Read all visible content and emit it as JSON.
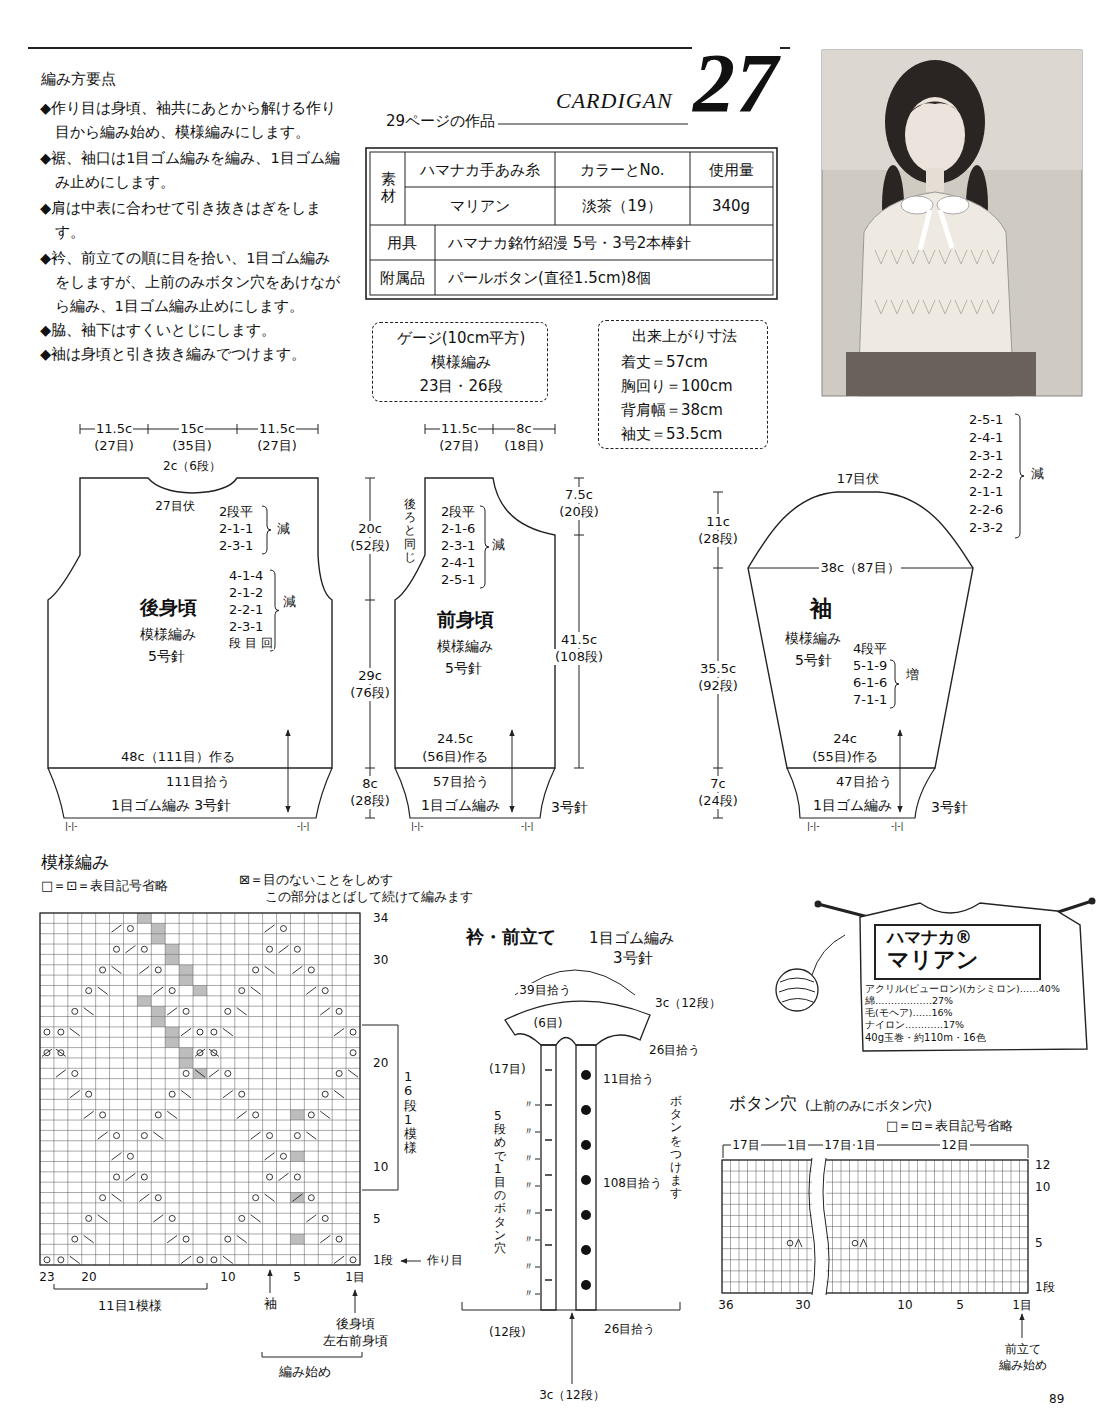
{
  "diagram": {
    "nodes": [
      {
        "text": [
          "ゲージ(10cm平方)",
          "模様編み",
          "23目・26段"
        ]
      },
      {
        "text": [
          "出来上がり寸法",
          "着丈＝57cm",
          "胸回り＝100cm",
          "背肩幅＝38cm",
          "袖丈＝53.5cm"
        ]
      },
      {
        "text": [
          "後身頃",
          "模様編み",
          "5号針"
        ]
      },
      {
        "text": [
          "前身頃",
          "模様編み",
          "5号針"
        ]
      },
      {
        "text": [
          "袖",
          "模様編み",
          "5号針"
        ]
      },
      {
        "text": [
          "ハマナカ®",
          "マリアン",
          "アクリル(ピューロン)(カシミロン)……40%",
          "綿………………27%",
          "毛(モヘア)……16%",
          "ナイロン…………17%",
          "40g玉巻・約110m・16色"
        ]
      }
    ],
    "labels": [
      "編み方要点",
      "◆作り目は身頃、袖共にあとから解ける作り目から編み始め、模様編みにします。",
      "◆裾、袖口は1目ゴム編みを編み、1目ゴム編み止めにします。",
      "◆肩は中表に合わせて引き抜きはぎをします。",
      "◆衿、前立ての順に目を拾い、1目ゴム編みをしますが、上前のみボタン穴をあけながら編み、1目ゴム編み止めにします。",
      "◆脇、袖下はすくいとじにします。",
      "◆袖は身頃と引き抜き編みでつけます。",
      "CARDIGAN",
      "27",
      "29ページの作品",
      "素材",
      "ハマナカ手あみ糸",
      "カラーとNo.",
      "使用量",
      "マリアン",
      "淡茶（19）",
      "340g",
      "用具",
      "ハマナカ銘竹紹漫 5号・3号2本棒針",
      "附属品",
      "パールボタン(直径1.5cm)8個",
      "11.5c",
      "(27目)",
      "15c",
      "(35目)",
      "11.5c",
      "(27目)",
      "2c（6段）",
      "27目伏",
      "2段平",
      "2-1-1",
      "2-3-1",
      "減",
      "4-1-4",
      "2-1-2",
      "2-2-1",
      "2-3-1",
      "段 目 回",
      "減",
      "48c（111目）作る",
      "111目拾う",
      "1目ゴム編み 3号針",
      "|-|-",
      "-|-|",
      "20c",
      "(52段)",
      "29c",
      "(76段)",
      "8c",
      "(28段)",
      "11.5c",
      "(27目)",
      "8c",
      "(18目)",
      "後ろと同じ",
      "2段平",
      "2-1-6",
      "2-3-1",
      "2-4-1",
      "2-5-1",
      "減",
      "7.5c",
      "(20段)",
      "41.5c",
      "(108段)",
      "24.5c",
      "(56目)作る",
      "57目拾う",
      "1目ゴム編み",
      "3号針",
      "|-|-",
      "-|-|",
      "17目伏",
      "2-5-1",
      "2-4-1",
      "2-3-1",
      "2-2-2",
      "2-1-1",
      "2-2-6",
      "2-3-2",
      "減",
      "11c",
      "(28段)",
      "38c（87目）",
      "4段平",
      "5-1-9",
      "6-1-6",
      "7-1-1",
      "増",
      "35.5c",
      "(92段)",
      "24c",
      "(55目)作る",
      "47目拾う",
      "1目ゴム編み",
      "3号針",
      "7c",
      "(24段)",
      "|-|-",
      "-|-|",
      "模様編み",
      "□＝⊡＝表目記号省略",
      "⊠＝目のないことをしめす",
      "この部分はとばして続けて編みます",
      "34",
      "30",
      "20",
      "16段1模様",
      "10",
      "5",
      "1段",
      "作り目",
      "23",
      "20",
      "10",
      "5",
      "1目",
      "11目1模様",
      "袖",
      "後身頃",
      "左右前身頃",
      "編み始め",
      "衿・前立て",
      "1目ゴム編み",
      "3号針",
      "39目拾う",
      "3c（12段）",
      "(6目)",
      "26目拾う",
      "(17目)",
      "11目拾う",
      "5段めで1目のボタン穴",
      "108目拾う",
      "ボタンをつけます",
      "(12段)",
      "26目拾う",
      "3c（12段）",
      "〃",
      "〃",
      "〃",
      "〃",
      "〃",
      "〃",
      "〃",
      "〃",
      "ボタン穴",
      "(上前のみにボタン穴)",
      "□＝⊡＝表目記号省略",
      "17目",
      "1目",
      "17目",
      "1目",
      "12目",
      "12",
      "10",
      "5",
      "1段",
      "36",
      "30",
      "10",
      "5",
      "1目",
      "前立て",
      "編み始め",
      "89"
    ]
  }
}
